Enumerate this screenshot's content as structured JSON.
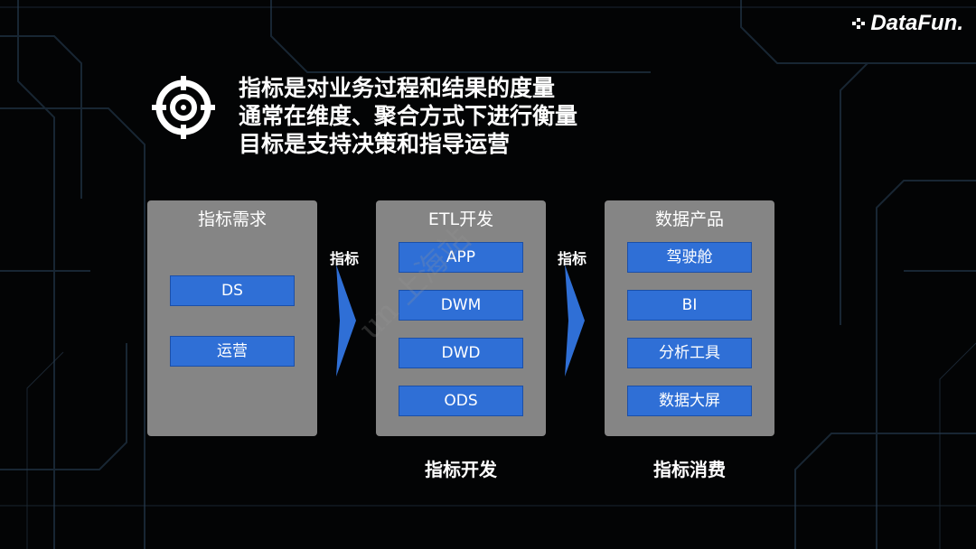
{
  "brand": {
    "logo_text": "DataFun."
  },
  "headline": {
    "lines": [
      "指标是对业务过程和结果的度量",
      "通常在维度、聚合方式下进行衡量",
      "目标是支持决策和指导运营"
    ]
  },
  "panels": [
    {
      "title": "指标需求",
      "items": [
        "DS",
        "运营"
      ]
    },
    {
      "title": "ETL开发",
      "items": [
        "APP",
        "DWM",
        "DWD",
        "ODS"
      ]
    },
    {
      "title": "数据产品",
      "items": [
        "驾驶舱",
        "BI",
        "分析工具",
        "数据大屏"
      ]
    }
  ],
  "arrows": [
    {
      "label": "指标"
    },
    {
      "label": "指标"
    }
  ],
  "captions": [
    "指标开发",
    "指标消费"
  ],
  "watermark": "un 上海站",
  "colors": {
    "background": "#030405",
    "panel": "#858585",
    "box": "#2f6fd6",
    "arrow": "#2f6fd6",
    "text": "#ffffff"
  },
  "icons": {
    "headline_icon": "target-icon",
    "logo_icon": "datafun-logo-mark"
  }
}
